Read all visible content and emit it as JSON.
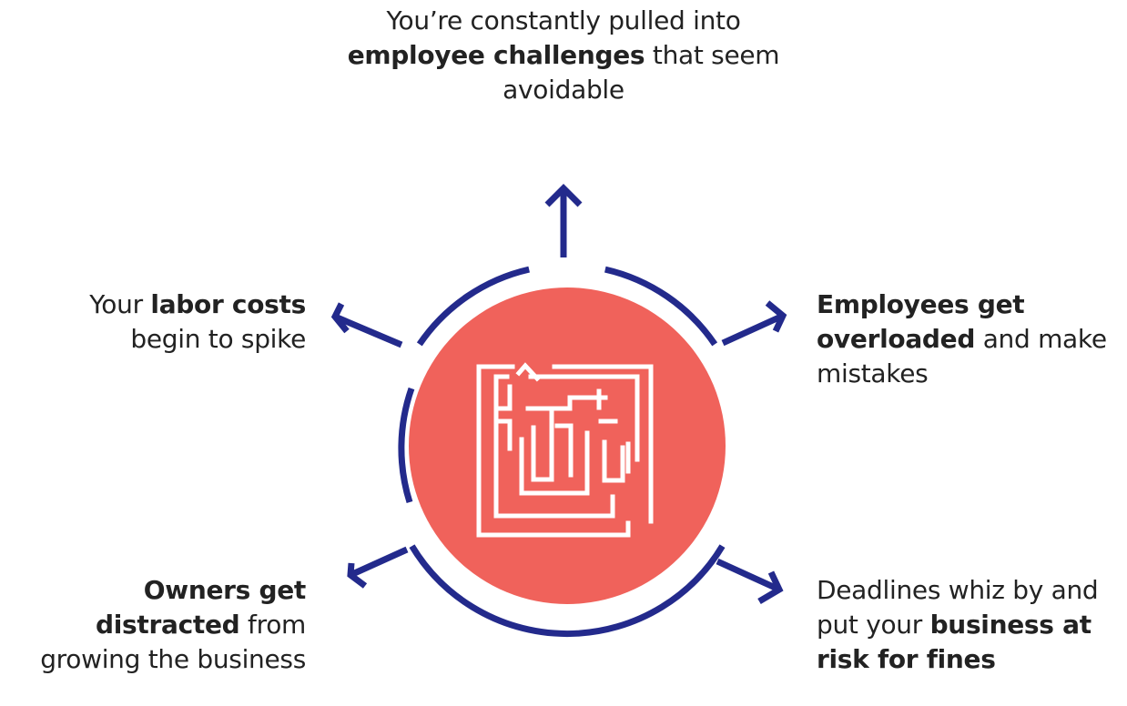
{
  "colors": {
    "ring": "#232a8c",
    "disc": "#f0625b",
    "maze": "#ffffff",
    "text": "#222222"
  },
  "icons": {
    "center": "maze-icon",
    "arrows": "arrow-icon"
  },
  "captions": {
    "top": {
      "pre": "You’re constantly pulled into ",
      "bold": "employee challenges",
      "post": " that seem avoidable"
    },
    "left": {
      "pre": "Your ",
      "bold": "labor costs",
      "post": " begin to spike"
    },
    "right": {
      "pre": "",
      "bold": "Employees get overloaded",
      "post": " and make mistakes"
    },
    "bottom_left": {
      "pre": "",
      "bold": "Owners get distracted",
      "post": " from growing the business"
    },
    "bottom_right": {
      "pre": "Deadlines whiz by and put your ",
      "bold": "business at risk for fines",
      "post": ""
    }
  }
}
